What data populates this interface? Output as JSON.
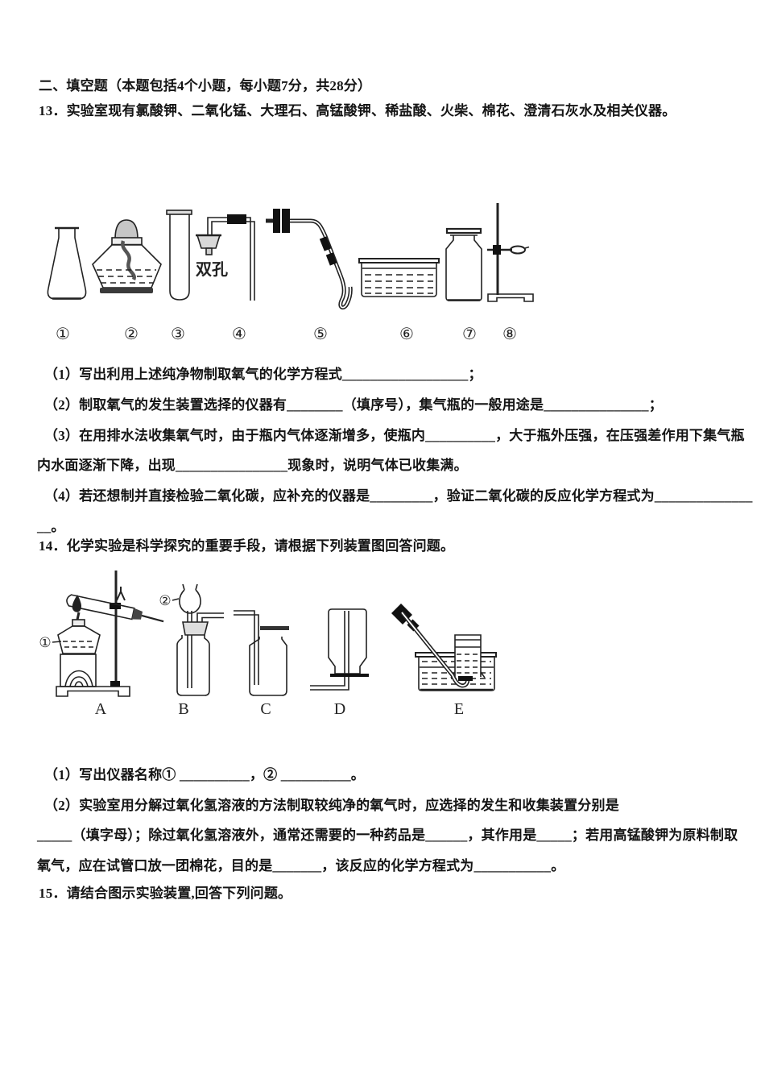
{
  "document": {
    "section_header": "二、填空题（本题包括4个小题，每小题7分，共28分）",
    "q13": {
      "stem": "13．实验室现有氯酸钾、二氧化锰、大理石、高锰酸钾、稀盐酸、火柴、棉花、澄清石灰水及相关仪器。",
      "figure": {
        "labels": [
          "①",
          "②",
          "③",
          "④",
          "⑤",
          "⑥",
          "⑦",
          "⑧"
        ],
        "annotation": "双孔"
      },
      "lines": [
        "（1）写出利用上述纯净物制取氧气的化学方程式__________________；",
        "（2）制取氧气的发生装置选择的仪器有________（填序号），集气瓶的一般用途是_______________；",
        "（3）在用排水法收集氧气时，由于瓶内气体逐渐增多，使瓶内__________，大于瓶外压强，在压强差作用下集气瓶",
        "内水面逐渐下降，出现________________现象时，说明气体已收集满。",
        "（4）若还想制并直接检验二氧化碳，应补充的仪器是_________，验证二氧化碳的反应化学方程式为______________",
        "__。"
      ]
    },
    "q14": {
      "stem": "14．化学实验是科学探究的重要手段，请根据下列装置图回答问题。",
      "figure": {
        "labels": [
          "A",
          "B",
          "C",
          "D",
          "E"
        ],
        "callouts": [
          "①",
          "②"
        ]
      },
      "lines": [
        "（1）写出仪器名称① __________，② __________。",
        "（2）实验室用分解过氧化氢溶液的方法制取较纯净的氧气时，应选择的发生和收集装置分别是",
        "_____（填字母）；除过氧化氢溶液外，通常还需要的一种药品是______，其作用是_____；若用高锰酸钾为原料制取",
        "氧气，应在试管口放一团棉花，目的是_______，该反应的化学方程式为___________。"
      ]
    },
    "q15": {
      "stem": "15．请结合图示实验装置,回答下列问题。"
    }
  }
}
